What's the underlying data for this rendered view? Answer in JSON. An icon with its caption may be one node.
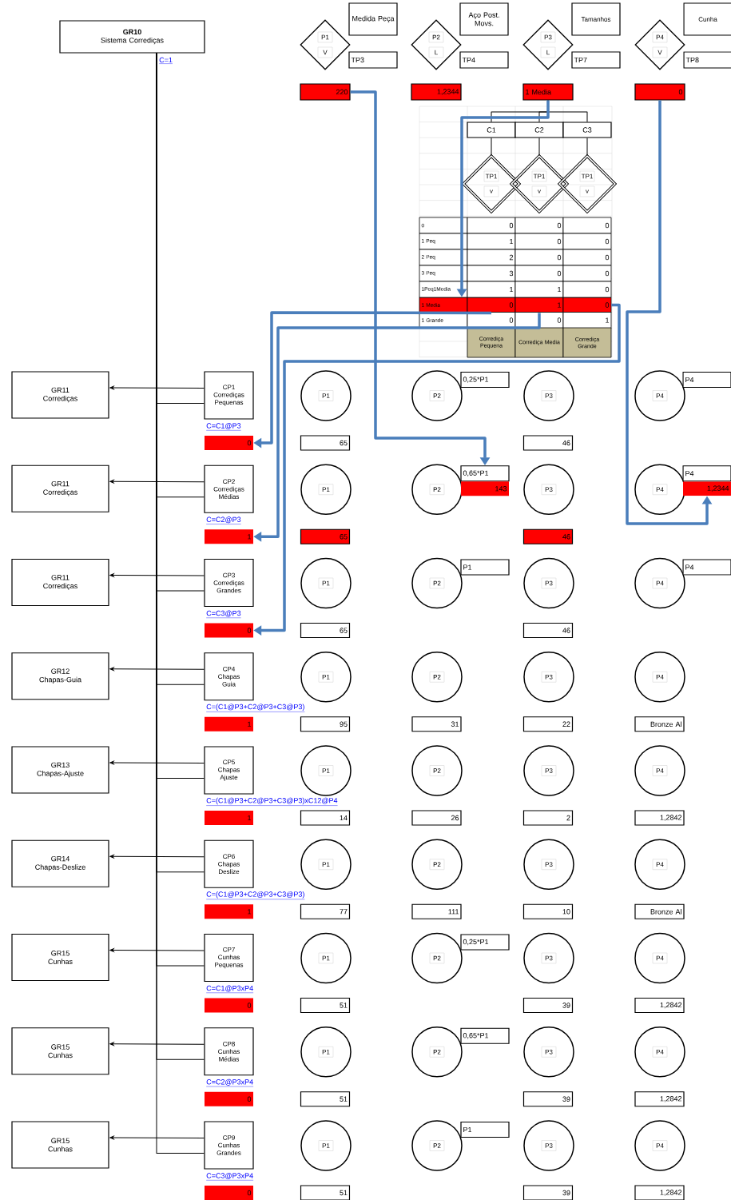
{
  "diagram": {
    "nodes": [
      {
        "text": [
          "GR10",
          "Sistema Corrediças"
        ],
        "beside": [
          "C=1"
        ]
      },
      {
        "text": [
          "P1",
          "V"
        ]
      },
      {
        "text": [
          "Medida Peça"
        ]
      },
      {
        "text": [
          "TP3"
        ]
      },
      {
        "text": [
          "220"
        ]
      },
      {
        "text": [
          "P2",
          "L"
        ]
      },
      {
        "text": [
          "Aço Post. Movs."
        ]
      },
      {
        "text": [
          "TP4"
        ]
      },
      {
        "text": [
          "1,2344"
        ]
      },
      {
        "text": [
          "P3",
          "L"
        ]
      },
      {
        "text": [
          "Tamanhos"
        ]
      },
      {
        "text": [
          "TP7"
        ]
      },
      {
        "text": [
          "1 Media"
        ]
      },
      {
        "text": [
          "P4",
          "V"
        ]
      },
      {
        "text": [
          "Cunha"
        ]
      },
      {
        "text": [
          "TP8"
        ]
      },
      {
        "text": [
          "0"
        ]
      },
      {
        "text": [
          "C1"
        ]
      },
      {
        "text": [
          "C2"
        ]
      },
      {
        "text": [
          "C3"
        ]
      },
      {
        "text": [
          "TP1",
          "v"
        ]
      },
      {
        "text": [
          "TP1",
          "v"
        ]
      },
      {
        "text": [
          "TP1",
          "v"
        ]
      },
      {
        "text": [
          "1 Media"
        ]
      },
      {
        "text": [
          "0"
        ]
      },
      {
        "text": [
          "1"
        ]
      },
      {
        "text": [
          "0"
        ]
      },
      {
        "text": [
          "GR11",
          "Corrediças"
        ]
      },
      {
        "text": [
          "CP1",
          "Corrediças Pequenas"
        ],
        "beside": [
          "C=C1@P3"
        ]
      },
      {
        "text": [
          "0"
        ]
      },
      {
        "text": [
          "P1"
        ]
      },
      {
        "text": [
          "P2"
        ]
      },
      {
        "text": [
          "P3"
        ]
      },
      {
        "text": [
          "P4"
        ]
      },
      {
        "text": [
          "0,25*P1"
        ]
      },
      {
        "text": [
          "P4"
        ]
      },
      {
        "text": [
          "65"
        ]
      },
      {
        "text": [
          "46"
        ]
      },
      {
        "text": [
          "GR11",
          "Corrediças"
        ]
      },
      {
        "text": [
          "CP2",
          "Corrediças Médias"
        ],
        "beside": [
          "C=C2@P3"
        ]
      },
      {
        "text": [
          "1"
        ]
      },
      {
        "text": [
          "P1"
        ]
      },
      {
        "text": [
          "P2"
        ]
      },
      {
        "text": [
          "P3"
        ]
      },
      {
        "text": [
          "P4"
        ]
      },
      {
        "text": [
          "0,65*P1"
        ]
      },
      {
        "text": [
          "143"
        ]
      },
      {
        "text": [
          "P4"
        ]
      },
      {
        "text": [
          "1,2344"
        ]
      },
      {
        "text": [
          "65"
        ]
      },
      {
        "text": [
          "46"
        ]
      },
      {
        "text": [
          "GR11",
          "Corrediças"
        ]
      },
      {
        "text": [
          "CP3",
          "Corrediças Grandes"
        ],
        "beside": [
          "C=C3@P3"
        ]
      },
      {
        "text": [
          "0"
        ]
      },
      {
        "text": [
          "P1"
        ]
      },
      {
        "text": [
          "P2"
        ]
      },
      {
        "text": [
          "P3"
        ]
      },
      {
        "text": [
          "P4"
        ]
      },
      {
        "text": [
          "P1"
        ]
      },
      {
        "text": [
          "P4"
        ]
      },
      {
        "text": [
          "65"
        ]
      },
      {
        "text": [
          "46"
        ]
      },
      {
        "text": [
          "GR12",
          "Chapas-Guia"
        ]
      },
      {
        "text": [
          "CP4",
          "Chapas Guia"
        ],
        "beside": [
          "C=(C1@P3+C2@P3+C3@P3)"
        ]
      },
      {
        "text": [
          "1"
        ]
      },
      {
        "text": [
          "P1"
        ]
      },
      {
        "text": [
          "P2"
        ]
      },
      {
        "text": [
          "P3"
        ]
      },
      {
        "text": [
          "P4"
        ]
      },
      {
        "text": [
          "95"
        ]
      },
      {
        "text": [
          "31"
        ]
      },
      {
        "text": [
          "22"
        ]
      },
      {
        "text": [
          "Bronze Al"
        ]
      },
      {
        "text": [
          "GR13",
          "Chapas-Ajuste"
        ]
      },
      {
        "text": [
          "CP5",
          "Chapas Ajuste"
        ],
        "beside": [
          "C=(C1@P3+C2@P3+C3@P3)xC12@P4"
        ]
      },
      {
        "text": [
          "1"
        ]
      },
      {
        "text": [
          "P1"
        ]
      },
      {
        "text": [
          "P2"
        ]
      },
      {
        "text": [
          "P3"
        ]
      },
      {
        "text": [
          "P4"
        ]
      },
      {
        "text": [
          "14"
        ]
      },
      {
        "text": [
          "26"
        ]
      },
      {
        "text": [
          "2"
        ]
      },
      {
        "text": [
          "1,2842"
        ]
      },
      {
        "text": [
          "GR14",
          "Chapas-Deslize"
        ]
      },
      {
        "text": [
          "CP6",
          "Chapas Deslize"
        ],
        "beside": [
          "C=(C1@P3+C2@P3+C3@P3)"
        ]
      },
      {
        "text": [
          "1"
        ]
      },
      {
        "text": [
          "P1"
        ]
      },
      {
        "text": [
          "P2"
        ]
      },
      {
        "text": [
          "P3"
        ]
      },
      {
        "text": [
          "P4"
        ]
      },
      {
        "text": [
          "77"
        ]
      },
      {
        "text": [
          "111"
        ]
      },
      {
        "text": [
          "10"
        ]
      },
      {
        "text": [
          "Bronze Al"
        ]
      },
      {
        "text": [
          "GR15",
          "Cunhas"
        ]
      },
      {
        "text": [
          "CP7",
          "Cunhas Pequenas"
        ],
        "beside": [
          "C=C1@P3xP4"
        ]
      },
      {
        "text": [
          "0"
        ]
      },
      {
        "text": [
          "P1"
        ]
      },
      {
        "text": [
          "P2"
        ]
      },
      {
        "text": [
          "P3"
        ]
      },
      {
        "text": [
          "P4"
        ]
      },
      {
        "text": [
          "0,25*P1"
        ]
      },
      {
        "text": [
          "51"
        ]
      },
      {
        "text": [
          "39"
        ]
      },
      {
        "text": [
          "1,2842"
        ]
      },
      {
        "text": [
          "GR15",
          "Cunhas"
        ]
      },
      {
        "text": [
          "CP8",
          "Cunhas Médias"
        ],
        "beside": [
          "C=C2@P3xP4"
        ]
      },
      {
        "text": [
          "0"
        ]
      },
      {
        "text": [
          "P1"
        ]
      },
      {
        "text": [
          "P2"
        ]
      },
      {
        "text": [
          "P3"
        ]
      },
      {
        "text": [
          "P4"
        ]
      },
      {
        "text": [
          "0,65*P1"
        ]
      },
      {
        "text": [
          "51"
        ]
      },
      {
        "text": [
          "39"
        ]
      },
      {
        "text": [
          "1,2842"
        ]
      },
      {
        "text": [
          "GR15",
          "Cunhas"
        ]
      },
      {
        "text": [
          "CP9",
          "Cunhas Grandes"
        ],
        "beside": [
          "C=C3@P3xP4"
        ]
      },
      {
        "text": [
          "0"
        ]
      },
      {
        "text": [
          "P1"
        ]
      },
      {
        "text": [
          "P2"
        ]
      },
      {
        "text": [
          "P3"
        ]
      },
      {
        "text": [
          "P4"
        ]
      },
      {
        "text": [
          "P1"
        ]
      },
      {
        "text": [
          "51"
        ]
      },
      {
        "text": [
          "39"
        ]
      },
      {
        "text": [
          "1,2842"
        ]
      }
    ],
    "edges": [
      {
        "from": 0,
        "to": 28,
        "arrow": "none"
      },
      {
        "from": 0,
        "to": 39,
        "arrow": "none"
      },
      {
        "from": 0,
        "to": 52,
        "arrow": "none"
      },
      {
        "from": 0,
        "to": 63,
        "arrow": "none"
      },
      {
        "from": 0,
        "to": 74,
        "arrow": "none"
      },
      {
        "from": 0,
        "to": 85,
        "arrow": "none"
      },
      {
        "from": 0,
        "to": 96,
        "arrow": "none"
      },
      {
        "from": 0,
        "to": 107,
        "arrow": "none"
      },
      {
        "from": 0,
        "to": 118,
        "arrow": "none"
      },
      {
        "from": 28,
        "to": 27,
        "arrow": "to"
      },
      {
        "from": 39,
        "to": 38,
        "arrow": "to"
      },
      {
        "from": 52,
        "to": 51,
        "arrow": "to"
      },
      {
        "from": 63,
        "to": 62,
        "arrow": "to"
      },
      {
        "from": 74,
        "to": 73,
        "arrow": "to"
      },
      {
        "from": 85,
        "to": 84,
        "arrow": "to"
      },
      {
        "from": 96,
        "to": 95,
        "arrow": "to"
      },
      {
        "from": 107,
        "to": 106,
        "arrow": "to"
      },
      {
        "from": 118,
        "to": 117,
        "arrow": "to"
      },
      {
        "from": 12,
        "to": 17,
        "arrow": "none"
      },
      {
        "from": 12,
        "to": 18,
        "arrow": "none"
      },
      {
        "from": 12,
        "to": 19,
        "arrow": "none"
      },
      {
        "from": 17,
        "to": 20,
        "arrow": "none"
      },
      {
        "from": 18,
        "to": 21,
        "arrow": "none"
      },
      {
        "from": 19,
        "to": 22,
        "arrow": "none"
      },
      {
        "from": 12,
        "to": 23,
        "arrow": "to",
        "style": "thick",
        "color": "#4a7ebb"
      },
      {
        "from": 24,
        "to": 29,
        "arrow": "to",
        "style": "thick",
        "color": "#4a7ebb"
      },
      {
        "from": 25,
        "to": 40,
        "arrow": "to",
        "style": "thick",
        "color": "#4a7ebb"
      },
      {
        "from": 26,
        "to": 53,
        "arrow": "to",
        "style": "thick",
        "color": "#4a7ebb"
      },
      {
        "from": 4,
        "to": 45,
        "arrow": "to",
        "style": "thick",
        "color": "#4a7ebb"
      },
      {
        "from": 16,
        "to": 48,
        "arrow": "to",
        "style": "thick",
        "color": "#4a7ebb"
      }
    ],
    "labels": [
      "0",
      "0",
      "0",
      "0",
      "1 Peq",
      "1",
      "0",
      "0",
      "2 Peq",
      "2",
      "0",
      "0",
      "3 Peq",
      "3",
      "0",
      "0",
      "1Peq1Media",
      "1",
      "1",
      "0",
      "1 Grande",
      "0",
      "0",
      "1",
      "Corrediça Pequena",
      "Corrediça Media",
      "Corrediça Grande"
    ]
  }
}
